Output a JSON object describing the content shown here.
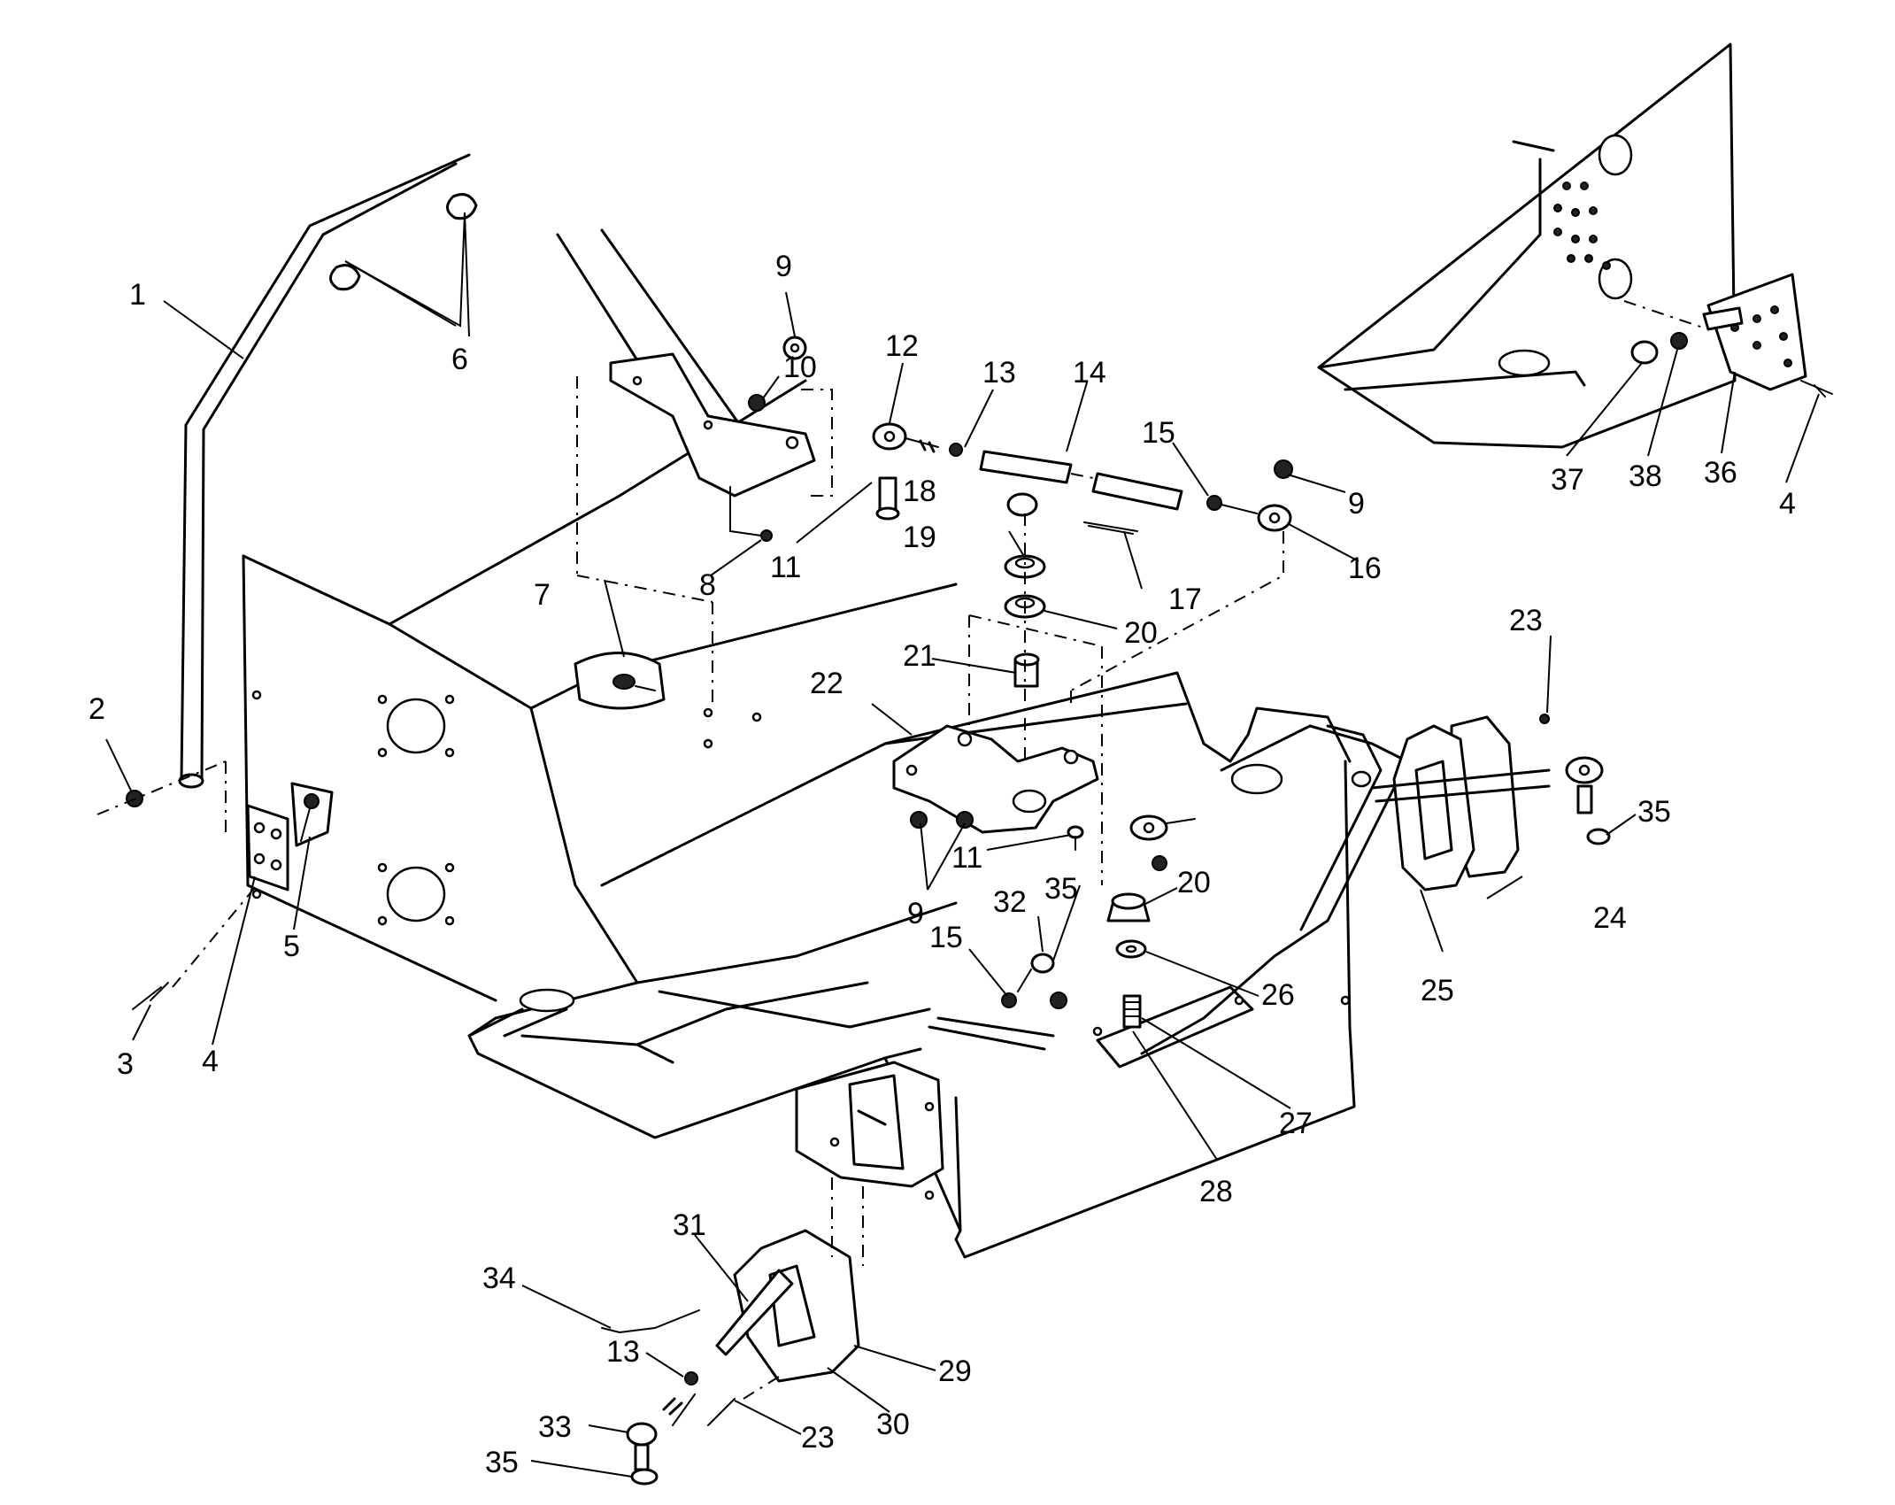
{
  "callouts": [
    {
      "label": "1"
    },
    {
      "label": "2"
    },
    {
      "label": "3"
    },
    {
      "label": "4"
    },
    {
      "label": "5"
    },
    {
      "label": "6"
    },
    {
      "label": "7"
    },
    {
      "label": "8"
    },
    {
      "label": "9"
    },
    {
      "label": "10"
    },
    {
      "label": "11"
    },
    {
      "label": "12"
    },
    {
      "label": "13"
    },
    {
      "label": "14"
    },
    {
      "label": "15"
    },
    {
      "label": "18"
    },
    {
      "label": "9"
    },
    {
      "label": "16"
    },
    {
      "label": "19"
    },
    {
      "label": "17"
    },
    {
      "label": "20"
    },
    {
      "label": "21"
    },
    {
      "label": "22"
    },
    {
      "label": "23"
    },
    {
      "label": "35"
    },
    {
      "label": "9"
    },
    {
      "label": "11"
    },
    {
      "label": "35"
    },
    {
      "label": "20"
    },
    {
      "label": "32"
    },
    {
      "label": "15"
    },
    {
      "label": "24"
    },
    {
      "label": "25"
    },
    {
      "label": "26"
    },
    {
      "label": "27"
    },
    {
      "label": "28"
    },
    {
      "label": "31"
    },
    {
      "label": "34"
    },
    {
      "label": "13"
    },
    {
      "label": "29"
    },
    {
      "label": "33"
    },
    {
      "label": "23"
    },
    {
      "label": "30"
    },
    {
      "label": "35"
    },
    {
      "label": "37"
    },
    {
      "label": "38"
    },
    {
      "label": "36"
    },
    {
      "label": "4"
    }
  ]
}
